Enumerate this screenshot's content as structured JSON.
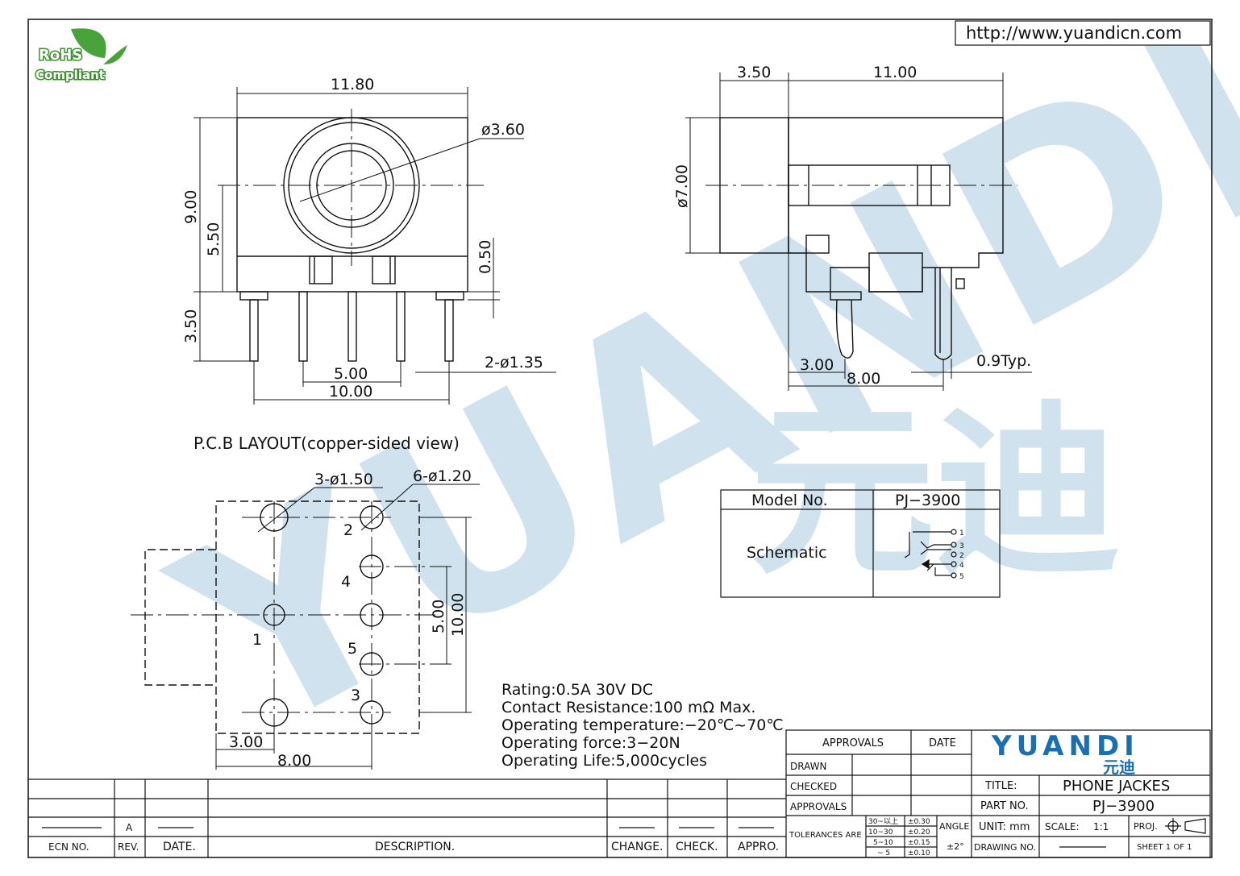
{
  "header": {
    "url": "http://www.yuandicn.com"
  },
  "badges": {
    "rohs": "RoHS",
    "compliant": "Compliant"
  },
  "front_view": {
    "width": "11.80",
    "height": "9.00",
    "center_height": "5.50",
    "jack_dia": "ø3.60",
    "top_gap": "0.50",
    "pin_length": "3.50",
    "pin_dia": "2-ø1.35",
    "pin_pitch_5": "5.00",
    "pin_pitch_10": "10.00"
  },
  "side_view": {
    "front_len": "3.50",
    "body_len": "11.00",
    "body_dia": "ø7.00",
    "pin_off_300": "3.00",
    "pin_off_800": "8.00",
    "pin_thk": "0.9Typ."
  },
  "pcb": {
    "title": "P.C.B LAYOUT(copper-sided view)",
    "hole_big": "3-ø1.50",
    "hole_small": "6-ø1.20",
    "pin_labels": [
      "2",
      "4",
      "1",
      "5",
      "3"
    ],
    "dim_500": "5.00",
    "dim_1000": "10.00",
    "dim_300": "3.00",
    "dim_800": "8.00"
  },
  "specs": [
    "Rating:0.5A  30V  DC",
    "Contact  Resistance:100  mΩ  Max.",
    "Operating  temperature:−20℃~70℃",
    "Operating  force:3−20N",
    "Operating  Life:5,000cycles"
  ],
  "model_table": {
    "model_label": "Model  No.",
    "model_value": "PJ−3900",
    "schematic_label": "Schematic",
    "pins": [
      "1",
      "3",
      "2",
      "4",
      "5"
    ]
  },
  "watermark": {
    "text": "YUANDI",
    "cn": "元迪"
  },
  "title_block": {
    "approvals": "APPROVALS",
    "date": "DATE",
    "drawn": "DRAWN",
    "checked": "CHECKED",
    "approvals_row": "APPROVALS",
    "logo": "YUANDI",
    "logo_cn": "元迪",
    "title_label": "TITLE:",
    "title_value": "PHONE  JACKES",
    "part_label": "PART  NO.",
    "part_value": "PJ−3900",
    "tolerances": "TOLERANCES  ARE",
    "tol_ranges": [
      "30~以上",
      "10~30",
      "5~10",
      "~ 5"
    ],
    "tol_values": [
      "±0.30",
      "±0.20",
      "±0.15",
      "±0.10"
    ],
    "angle_label": "ANGLE",
    "angle_value": "±2°",
    "unit": "UNIT:  mm",
    "scale_label": "SCALE:",
    "scale_value": "1:1",
    "proj": "PROJ.",
    "drawing_no": "DRAWING  NO.",
    "sheet": "SHEET   1  OF  1"
  },
  "revision_block": {
    "ecn": "ECN  NO.",
    "rev": "REV.",
    "date": "DATE.",
    "description": "DESCRIPTION.",
    "change": "CHANGE.",
    "check": "CHECK.",
    "appro": "APPRO.",
    "rev_value": "A"
  }
}
